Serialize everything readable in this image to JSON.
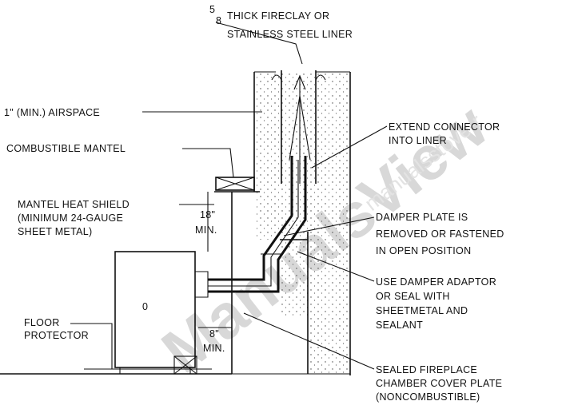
{
  "labels": {
    "liner_fraction_num": "5",
    "liner_fraction_den": "8",
    "liner_line1": "THICK FIRECLAY OR",
    "liner_line2": "STAINLESS STEEL LINER",
    "airspace": "1\" (MIN.) AIRSPACE",
    "combustible_mantel": "COMBUSTIBLE MANTEL",
    "heat_shield_line1": "MANTEL HEAT SHIELD",
    "heat_shield_line2": "(MINIMUM 24-GAUGE",
    "heat_shield_line3": "SHEET METAL)",
    "clearance_18": "18\"",
    "clearance_18_min": "MIN.",
    "clearance_8": "8\"",
    "clearance_8_min": "MIN.",
    "floor_protector_line1": "FLOOR",
    "floor_protector_line2": "PROTECTOR",
    "stove_mark": "0",
    "extend_line1": "EXTEND CONNECTOR",
    "extend_line2": "INTO LINER",
    "damper_line1": "DAMPER PLATE IS",
    "damper_line2": "REMOVED OR FASTENED",
    "damper_line3": "IN OPEN POSITION",
    "adaptor_line1": "USE DAMPER ADAPTOR",
    "adaptor_line2": "OR SEAL WITH",
    "adaptor_line3": "SHEETMETAL AND",
    "adaptor_line4": "SEALANT",
    "chamber_line1": "SEALED FIREPLACE",
    "chamber_line2": "CHAMBER COVER PLATE",
    "chamber_line3": "(NONCOMBUSTIBLE)"
  },
  "watermark": {
    "main": "ManualsView",
    "secondary": "manualsstove-r"
  }
}
